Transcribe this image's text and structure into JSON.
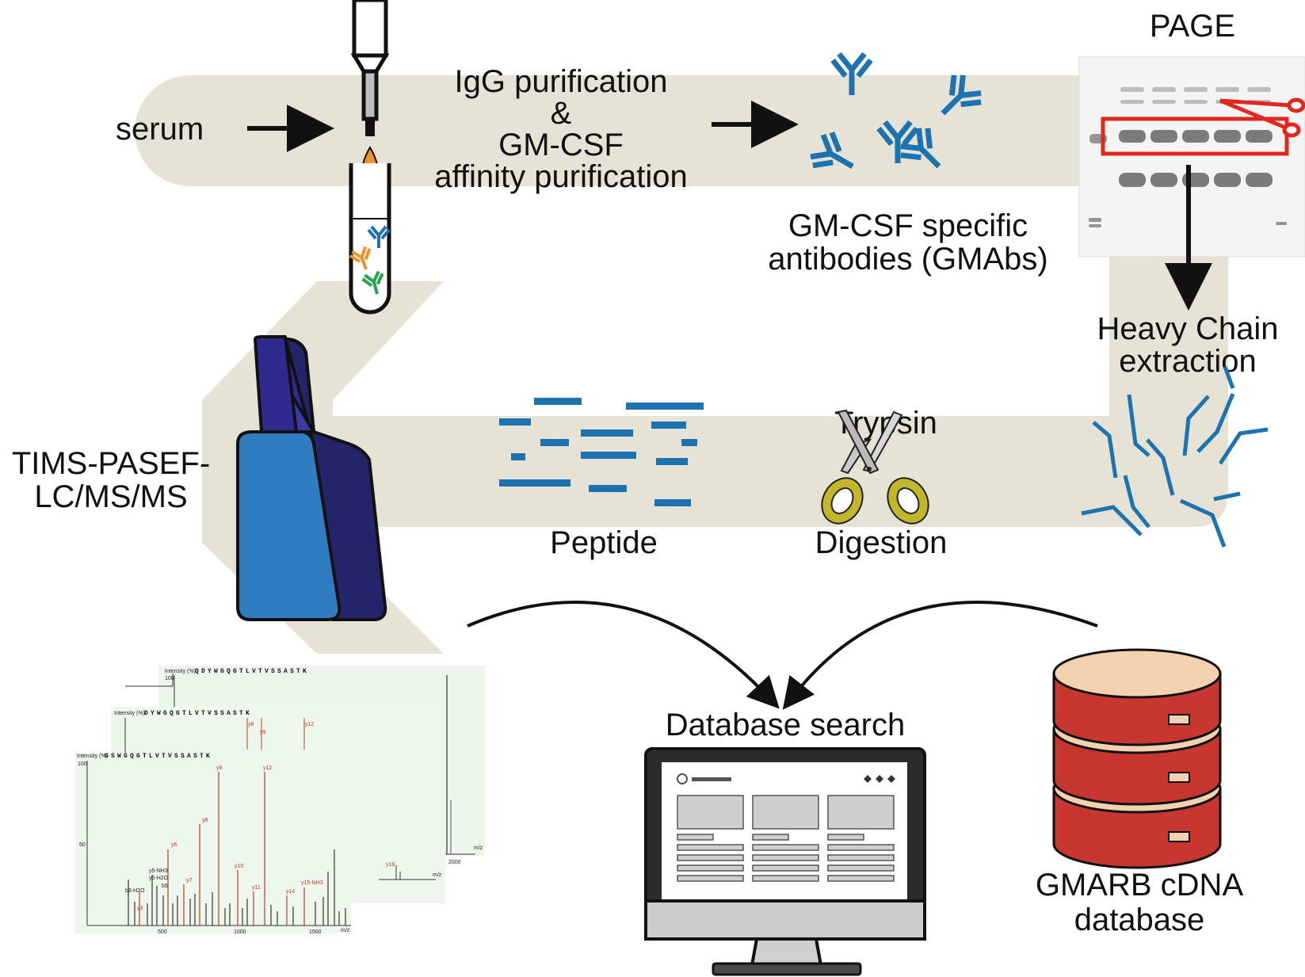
{
  "colors": {
    "band": "#e6e3d6",
    "antibody_blue": "#1d72b0",
    "antibody_orange": "#f0912b",
    "antibody_green": "#24a64a",
    "scissors_red": "#e02820",
    "instrument_dark": "#24246a",
    "instrument_light": "#2f7cc0",
    "database_red": "#c8372f",
    "database_cream": "#f4d2b0",
    "monitor_dark": "#2b2b2b",
    "spectrum_bg": "#ecf6ea"
  },
  "labels": {
    "serum": "serum",
    "igg_line1": "IgG purification",
    "igg_line2": "&",
    "igg_line3": "GM-CSF",
    "igg_line4": "affinity purification",
    "gmabs_line1": "GM-CSF specific",
    "gmabs_line2": "antibodies (GMAbs)",
    "page": "PAGE",
    "heavy_line1": "Heavy Chain",
    "heavy_line2": "extraction",
    "trypsin": "Trypsin",
    "digestion": "Digestion",
    "peptide": "Peptide",
    "tims_line1": "TIMS-PASEF-",
    "tims_line2": "LC/MS/MS",
    "database_search": "Database search",
    "gmarb_line1": "GMARB cDNA",
    "gmarb_line2": "database"
  },
  "spectra": {
    "intensity_label": "Intensity (%)",
    "y_100": "100",
    "y_50": "50",
    "mz": "m/z",
    "x_ticks": [
      "500",
      "1000",
      "1500"
    ],
    "back_tick": "2000",
    "sequence_back": "QDYWGQGTLVTVSSASTK",
    "sequence_mid": "DYWGQGTLVTVSSASTK",
    "sequence_front": "GSWGQGTLVTVSSASTK",
    "peaks_front": [
      "b3-H2O",
      "y3",
      "y5-NH3",
      "y5-H2O",
      "b5",
      "y6",
      "y7",
      "y8",
      "y9",
      "y10",
      "y11",
      "y12",
      "y14",
      "y15-NH3",
      "y16"
    ],
    "peaks_mid": [
      "y8",
      "y9",
      "y12"
    ]
  },
  "icons": {
    "pipette": "pipette-icon",
    "tube": "test-tube-icon",
    "gel": "gel-image",
    "scissors_gel": "scissors-icon",
    "scissors_trypsin": "trypsin-scissors-icon",
    "instrument": "mass-spectrometer-icon",
    "monitor": "computer-monitor-icon",
    "database": "database-icon"
  }
}
